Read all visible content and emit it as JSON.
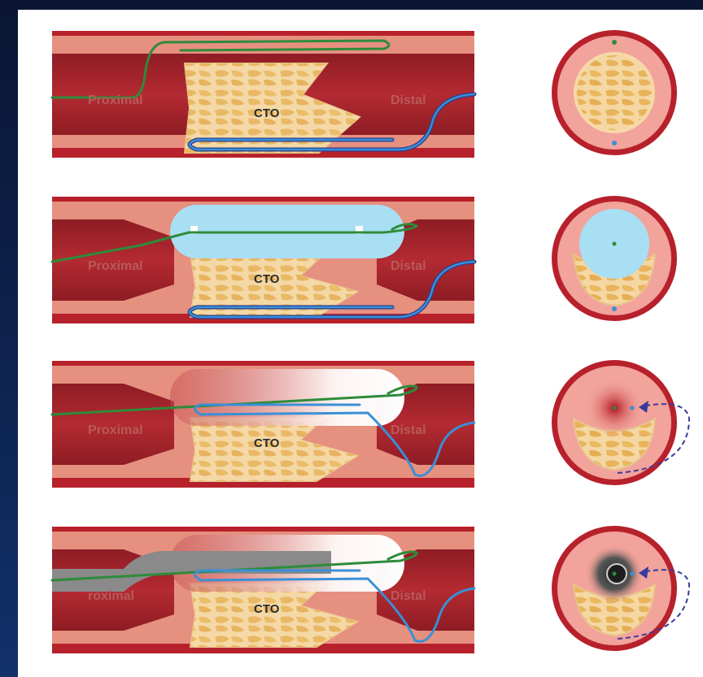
{
  "figure": {
    "panels": [
      {
        "proximal_label": "Proximal",
        "distal_label": "Distal",
        "lesion_label": "CTO"
      },
      {
        "proximal_label": "Proximal",
        "distal_label": "Distal",
        "lesion_label": "CTO"
      },
      {
        "proximal_label": "Proximal",
        "distal_label": "Distal",
        "lesion_label": "CTO"
      },
      {
        "proximal_label": "roximal",
        "distal_label": "Distal",
        "lesion_label": "CTO"
      }
    ]
  },
  "colors": {
    "vessel_wall": "#b7212b",
    "vessel_inner": "#e69080",
    "lumen": "#a9252d",
    "plaque": "#f1c98c",
    "antegrade_wire": "#2e8b3a",
    "retrograde_wire": "#3a8fd6",
    "balloon": "#a9dff2",
    "catheter": "#8a8a8a",
    "arrow": "#3a3a9a"
  }
}
